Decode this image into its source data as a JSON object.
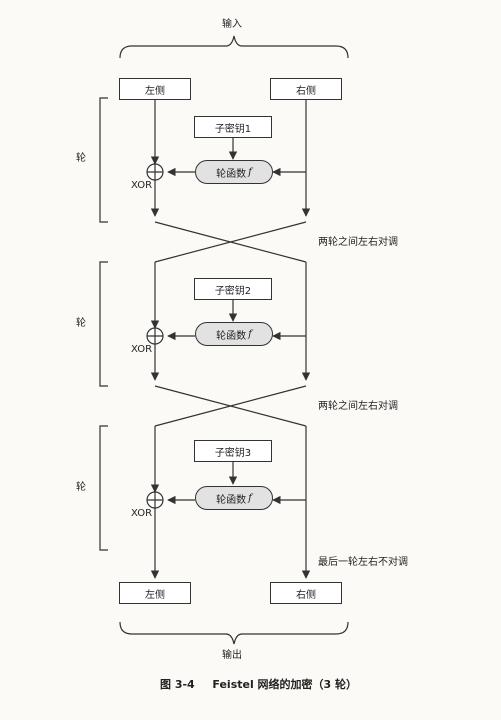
{
  "labels": {
    "input": "输入",
    "output": "输出",
    "left": "左侧",
    "right": "右侧",
    "round": "轮",
    "xor": "XOR",
    "round_function": "轮函数",
    "round_function_symbol": "f",
    "subkey1": "子密钥1",
    "subkey2": "子密钥2",
    "subkey3": "子密钥3",
    "swap": "两轮之间左右对调",
    "no_swap": "最后一轮左右不对调"
  },
  "caption": {
    "figure_no": "图 3-4",
    "text": "Feistel 网络的加密（3 轮）"
  }
}
